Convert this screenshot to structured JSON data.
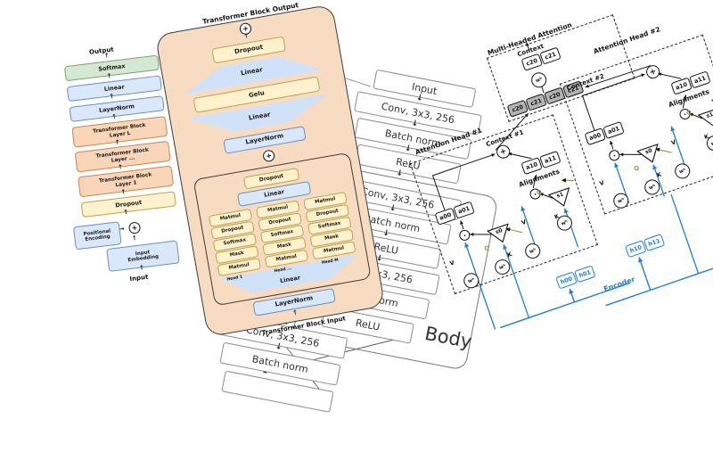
{
  "colors": {
    "peach_block": "#f8dcc2",
    "yellow_box": "#fff2cc",
    "blue_box": "#dae8fc",
    "green_box": "#d5e8d4",
    "orange_box": "#f9d6b7",
    "encoder_blue": "#1c7fd6",
    "q_green": "#7a9a4a",
    "gray_cell": "#b3b3b3"
  },
  "pipeline": {
    "output_label": "Output",
    "boxes": [
      {
        "label": "Softmax"
      },
      {
        "label": "Linear"
      },
      {
        "label": "LayerNorm"
      },
      {
        "label": "Transformer Block\nLayer L"
      },
      {
        "label": "Transformer Block\nLayer ..."
      },
      {
        "label": "Transformer Block\nLayer 1"
      },
      {
        "label": "Dropout"
      }
    ],
    "positional_encoding": "Positional\nEncoding",
    "input_embedding": "Input\nEmbedding",
    "input_label": "Input",
    "plus_symbol": "+"
  },
  "transformer_block": {
    "output_label": "Transformer Block Output",
    "dropout_top": "Dropout",
    "linear_contract": "Linear",
    "gelu": "Gelu",
    "linear_expand": "Linear",
    "layernorm_mlp": "LayerNorm",
    "dropout_attn": "Dropout",
    "linear_out": "Linear",
    "heads": [
      {
        "label": "Head 1",
        "rows": [
          "Matmul",
          "Dropout",
          "Softmax",
          "Mask",
          "Matmul"
        ]
      },
      {
        "label": "Head ...",
        "rows": [
          "Matmul",
          "Dropout",
          "Softmax",
          "Mask",
          "Matmul"
        ]
      },
      {
        "label": "Head M",
        "rows": [
          "Matmul",
          "Dropout",
          "Softmax",
          "Mask",
          "Matmul"
        ]
      }
    ],
    "linear_qkv": "Linear",
    "layernorm_attn": "LayerNorm",
    "input_label": "Transformer Block Input",
    "plus_symbol": "+"
  },
  "cnn": {
    "stem": [
      "Input",
      "Conv, 3x3, 256",
      "Batch norm",
      "ReLU"
    ],
    "body": [
      "Conv, 3x3, 256",
      "Batch norm",
      "ReLU",
      "Conv, 3x3, 256",
      "Batch norm",
      "ReLU"
    ],
    "body_label": "Body",
    "tail": [
      "Conv, 3x3, 256",
      "Batch norm"
    ]
  },
  "attention": {
    "mha_label": "Multi-Headed Attention",
    "context_label": "Context",
    "context_cells": [
      "c20",
      "c21"
    ],
    "context_row_cells": [
      "c20",
      "c21",
      "c20",
      "c21"
    ],
    "w_label": "wʰ",
    "heads": [
      {
        "label": "Attention Head #1",
        "context": "Context #1",
        "alignments": "Alignments",
        "a_top": [
          "a10",
          "a11"
        ],
        "a_bottom": [
          "a00",
          "a01"
        ],
        "s0": "s0",
        "s1": "s1",
        "q": "Q",
        "k": "K",
        "v": "V",
        "w": "wʰ",
        "plus": "+"
      },
      {
        "label": "Attention Head #2",
        "context": "Context #2",
        "alignments": "Alignments",
        "a_top": [
          "a10",
          "a11"
        ],
        "a_bottom": [
          "a00",
          "a01"
        ],
        "s0": "s0",
        "s1": "s1",
        "q": "Q",
        "k": "K",
        "v": "V",
        "w": "wʰ",
        "plus": "+"
      }
    ],
    "encoder_label": "Encoder",
    "h_cells_left": [
      "h00",
      "h01"
    ],
    "h_cells_right": [
      "h10",
      "h11"
    ]
  }
}
